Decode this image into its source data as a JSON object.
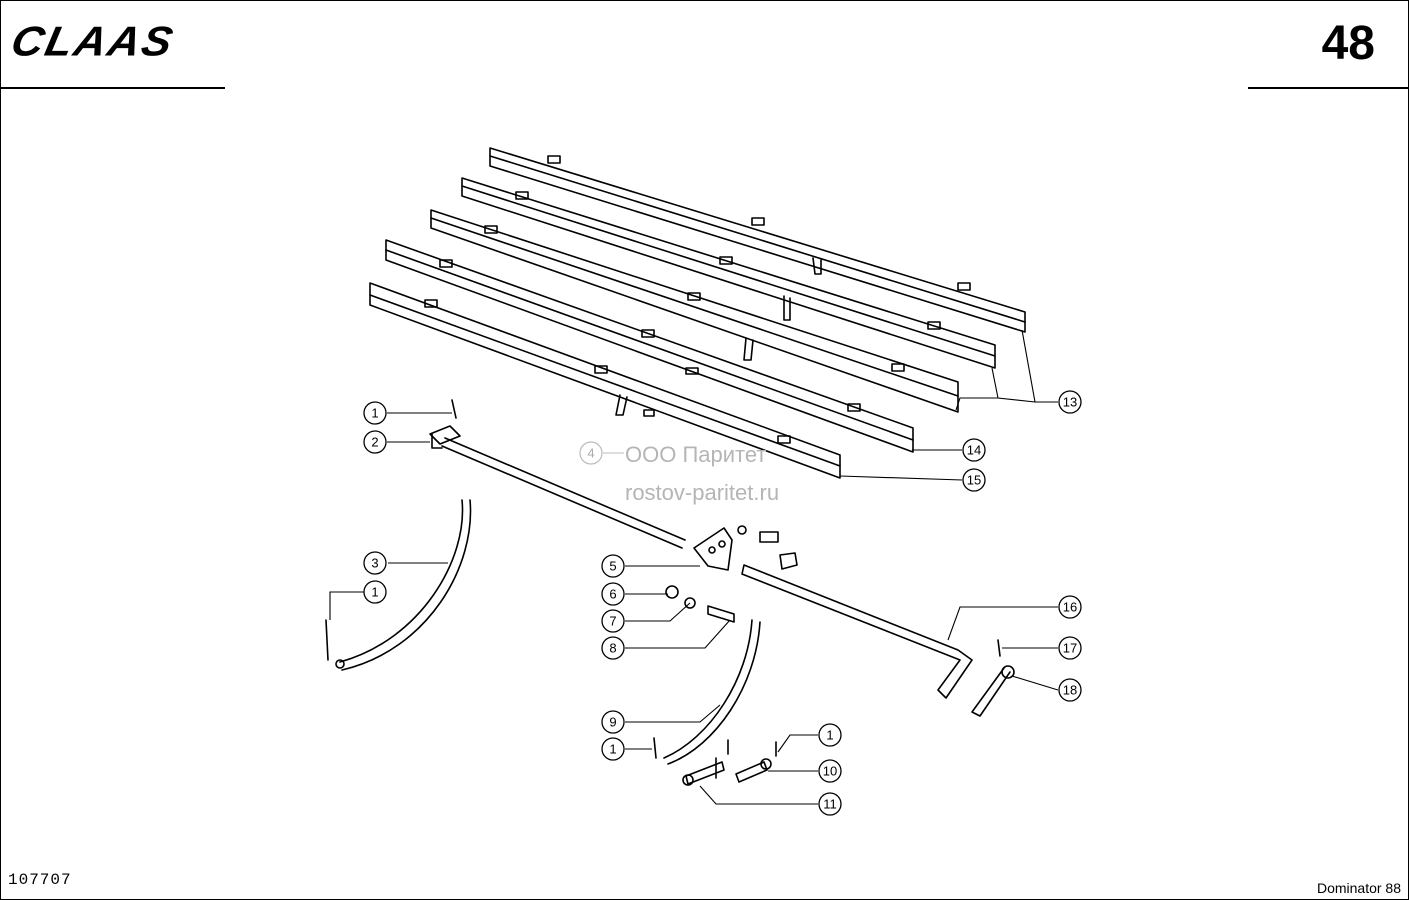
{
  "header": {
    "brand": "CLAAS",
    "page_number": "48"
  },
  "footer": {
    "doc_code": "107707",
    "model": "Dominator 88"
  },
  "watermark": {
    "line1": "ООО Паритет",
    "line2": "rostov-paritet.ru",
    "ghost_label": "4"
  },
  "callouts": {
    "c1a": "1",
    "c2": "2",
    "c3": "3",
    "c1b": "1",
    "c5": "5",
    "c6": "6",
    "c7": "7",
    "c8": "8",
    "c9": "9",
    "c1c": "1",
    "c1d": "1",
    "c10": "10",
    "c11": "11",
    "c13": "13",
    "c14": "14",
    "c15": "15",
    "c16": "16",
    "c17": "17",
    "c18": "18"
  }
}
